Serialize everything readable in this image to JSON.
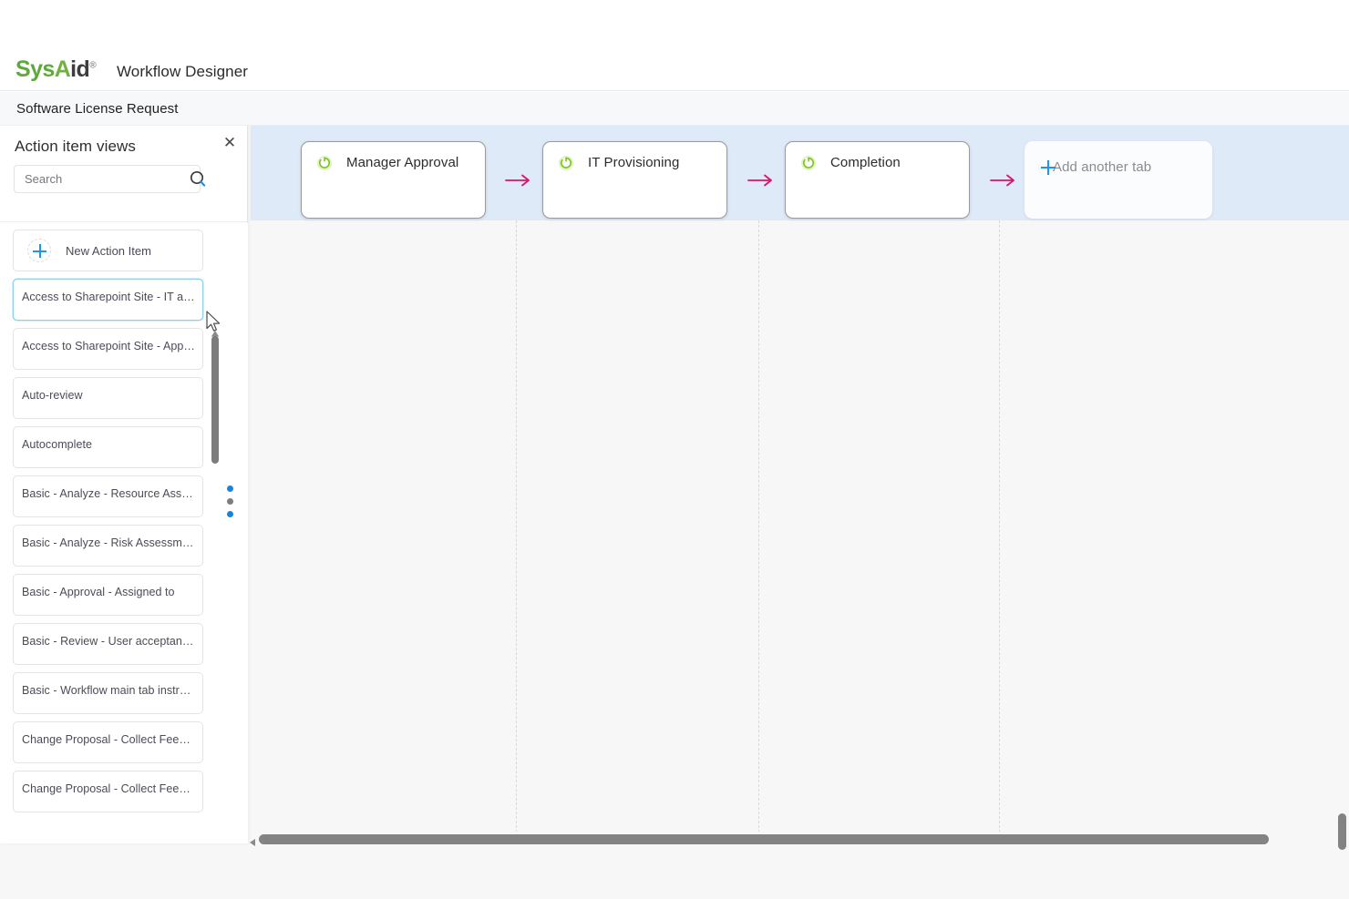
{
  "brand": {
    "logo_sys": "Sys",
    "logo_a": "A",
    "logo_id": "id",
    "logo_reg": "®",
    "app_title": "Workflow Designer",
    "logo_green": "#5fa93c",
    "logo_dark": "#3d3d3d"
  },
  "workflow": {
    "name": "Software License Request"
  },
  "tabstrip": {
    "background": "#dfeaf8",
    "arrow_color": "#d6156e",
    "power_icon_color": "#86c825",
    "tabs": [
      {
        "label": "Manager Approval",
        "icon": "power-icon",
        "state": "enabled"
      },
      {
        "label": "IT Provisioning",
        "icon": "power-icon",
        "state": "enabled"
      },
      {
        "label": "Completion",
        "icon": "power-icon",
        "state": "enabled"
      }
    ],
    "add_tab": {
      "label": "Add another tab",
      "icon": "plus-icon",
      "icon_color": "#2196e8"
    },
    "arrows": [
      "flow-arrow-icon",
      "flow-arrow-icon",
      "flow-arrow-icon"
    ]
  },
  "panel": {
    "title": "Action item views",
    "close_icon": "close-icon",
    "search": {
      "placeholder": "Search",
      "value": "",
      "icon": "search-icon"
    },
    "new_item": {
      "label": "New Action Item",
      "icon": "plus-icon"
    },
    "items": [
      {
        "label": "Access to Sharepoint Site - IT action",
        "selected": true
      },
      {
        "label": "Access to Sharepoint Site - Approv...",
        "selected": false
      },
      {
        "label": "Auto-review",
        "selected": false
      },
      {
        "label": "Autocomplete",
        "selected": false
      },
      {
        "label": "Basic - Analyze - Resource Assess...",
        "selected": false
      },
      {
        "label": "Basic - Analyze - Risk Assessment",
        "selected": false
      },
      {
        "label": "Basic - Approval - Assigned to",
        "selected": false
      },
      {
        "label": "Basic - Review - User acceptance a...",
        "selected": false
      },
      {
        "label": "Basic - Workflow main tab instruct...",
        "selected": false
      },
      {
        "label": "Change Proposal - Collect Feedback",
        "selected": false
      },
      {
        "label": "Change Proposal - Collect Feedback",
        "selected": false
      }
    ],
    "scrollbar": {
      "up_icon": "caret-up-icon",
      "down_icon": "caret-down-icon"
    },
    "drag_handle": {
      "icon": "drag-dots-icon",
      "dot_colors": [
        "#1a84d8",
        "#7d7d82",
        "#1a84d8"
      ]
    }
  },
  "canvas": {
    "background": "#f7f7f8",
    "divider_count": 3,
    "divider_color": "#d8d8d8"
  },
  "hscroll": {
    "left_arrow_icon": "caret-left-icon",
    "thumb_color": "#838383"
  }
}
